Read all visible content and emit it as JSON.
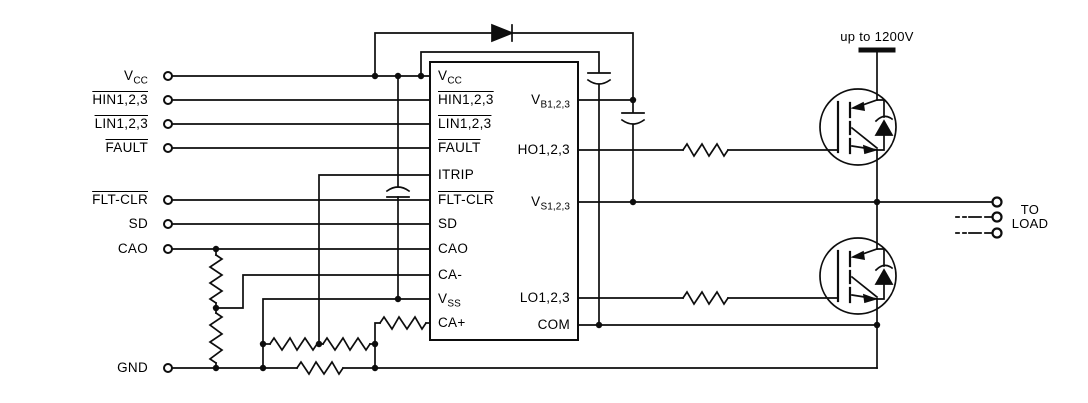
{
  "inputs": [
    {
      "main": "V",
      "sub": "CC"
    },
    {
      "main": "HIN1,2,3"
    },
    {
      "main": "LIN1,2,3"
    },
    {
      "main": "FAULT"
    },
    {
      "main": "FLT-CLR"
    },
    {
      "main": "SD"
    },
    {
      "main": "CAO"
    },
    {
      "main": "GND"
    }
  ],
  "ic": {
    "pins_left": [
      {
        "main": "V",
        "sub": "CC"
      },
      {
        "main": "HIN1,2,3"
      },
      {
        "main": "LIN1,2,3"
      },
      {
        "main": "FAULT"
      },
      {
        "main": "ITRIP"
      },
      {
        "main": "FLT-CLR"
      },
      {
        "main": "SD"
      },
      {
        "main": "CAO"
      },
      {
        "main": "CA-"
      },
      {
        "main": "V",
        "sub": "SS"
      },
      {
        "main": "CA+"
      }
    ],
    "pins_right": [
      {
        "main": "V",
        "sub": "B1,2,3"
      },
      {
        "main": "HO1,2,3"
      },
      {
        "main": "V",
        "sub": "S1,2,3"
      },
      {
        "main": "LO1,2,3"
      },
      {
        "main": "COM"
      }
    ]
  },
  "annotations": {
    "bus_voltage": "up to 1200V",
    "load_line1": "TO",
    "load_line2": "LOAD"
  },
  "colors": {
    "wire": "#0d0d0d",
    "background": "#ffffff"
  }
}
